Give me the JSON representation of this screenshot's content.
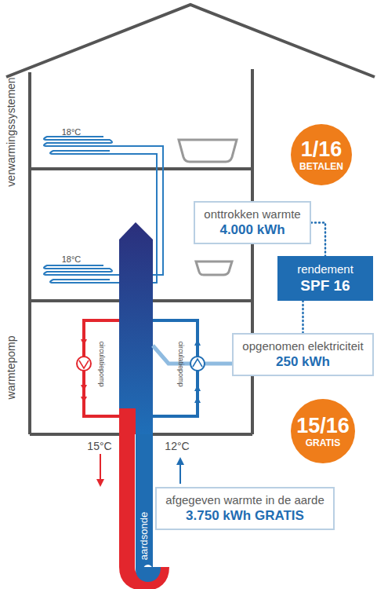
{
  "diagram": {
    "nodes": [
      {
        "text": [
          "1/16",
          "BETALEN"
        ]
      },
      {
        "text": [
          "onttrokken warmte",
          "4.000 kWh"
        ]
      },
      {
        "text": [
          "rendement",
          "SPF 16"
        ]
      },
      {
        "text": [
          "opgenomen elektriciteit",
          "250 kWh"
        ]
      },
      {
        "text": [
          "15/16",
          "GRATIS"
        ]
      },
      {
        "text": [
          "afgegeven warmte in de aarde",
          "3.750 kWh GRATIS"
        ]
      }
    ],
    "edges": [
      {
        "from": 1,
        "to": 2,
        "arrow": "none"
      },
      {
        "from": 2,
        "to": 3,
        "arrow": "none"
      }
    ],
    "labels": [
      "verwarmingssystemen",
      "warmtepomp",
      "18°C",
      "18°C",
      "circulatiepomp",
      "circulatiepomp",
      "15°C",
      "12°C",
      "aardsonde"
    ]
  }
}
